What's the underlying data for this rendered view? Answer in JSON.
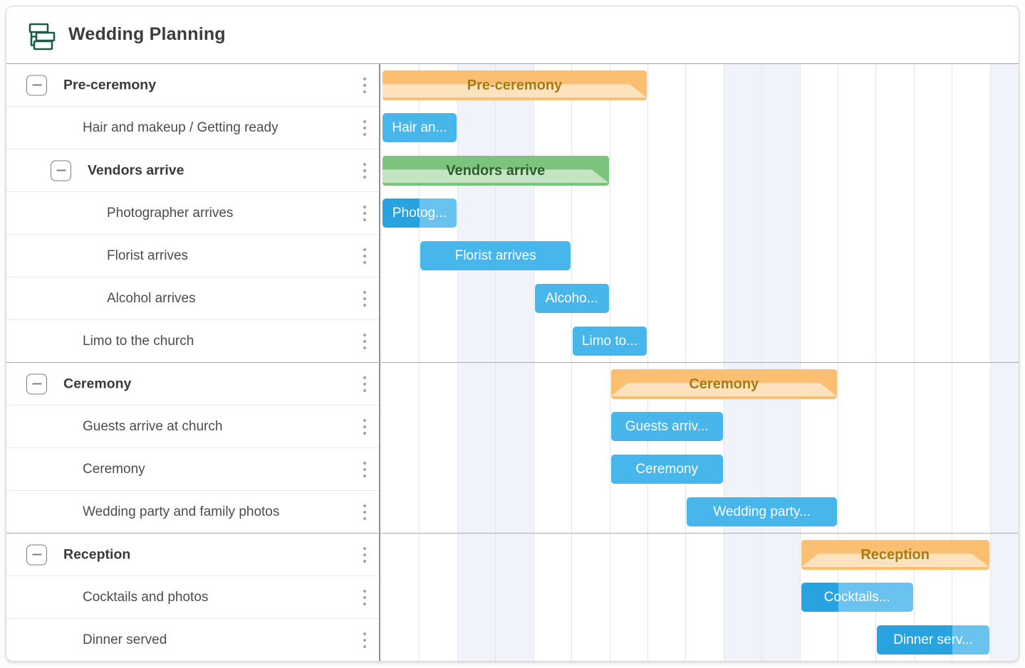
{
  "header": {
    "title": "Wedding Planning",
    "logo_icon": "wbs-chart-icon"
  },
  "colors": {
    "summary_orange": "#fabf70",
    "summary_orange_text": "#a87a12",
    "summary_green": "#7cc47d",
    "summary_green_text": "#2c5e2e",
    "task_blue": "#47b6ea",
    "task_blue_remaining": "#69c3ee",
    "task_blue_progress": "#28a3e0",
    "bar_label_text": "#ffffff",
    "weekend_shade": "#f0f4fa",
    "gridline": "#e4e5e9",
    "logo_green": "#1d5b46"
  },
  "grid": {
    "columns": 17,
    "shaded_columns": [
      2,
      3,
      9,
      10,
      16
    ]
  },
  "icons": {
    "row_handle": "drag-handle-dots-icon",
    "collapse": "minus-square-icon"
  },
  "tasks": [
    {
      "label": "Pre-ceremony",
      "level": 0,
      "collapsible": true,
      "type": "summary",
      "scheme": "orange",
      "bar_label": "Pre-ceremony",
      "start": 0,
      "span": 7,
      "flush_left": true
    },
    {
      "label": "Hair and makeup / Getting ready",
      "level": 1,
      "type": "task",
      "bar_label": "Hair an...",
      "start": 0,
      "span": 2
    },
    {
      "label": "Vendors arrive",
      "level": 1,
      "collapsible": true,
      "type": "summary",
      "scheme": "green",
      "bar_label": "Vendors arrive",
      "start": 0,
      "span": 6,
      "flush_left": true
    },
    {
      "label": "Photographer arrives",
      "level": 2,
      "type": "task",
      "bar_label": "Photog...",
      "start": 0,
      "span": 2,
      "progress": 0.5
    },
    {
      "label": "Florist arrives",
      "level": 2,
      "type": "task",
      "bar_label": "Florist arrives",
      "start": 1,
      "span": 4
    },
    {
      "label": "Alcohol arrives",
      "level": 2,
      "type": "task",
      "bar_label": "Alcoho...",
      "start": 4,
      "span": 2
    },
    {
      "label": "Limo to the church",
      "level": 1,
      "type": "task",
      "bar_label": "Limo to...",
      "start": 5,
      "span": 2,
      "group_end": true
    },
    {
      "label": "Ceremony",
      "level": 0,
      "collapsible": true,
      "type": "summary",
      "scheme": "orange",
      "bar_label": "Ceremony",
      "start": 6,
      "span": 6
    },
    {
      "label": "Guests arrive at church",
      "level": 1,
      "type": "task",
      "bar_label": "Guests arriv...",
      "start": 6,
      "span": 3
    },
    {
      "label": "Ceremony",
      "level": 1,
      "type": "task",
      "bar_label": "Ceremony",
      "start": 6,
      "span": 3
    },
    {
      "label": "Wedding party and family photos",
      "level": 1,
      "type": "task",
      "bar_label": "Wedding party...",
      "start": 8,
      "span": 4,
      "group_end": true
    },
    {
      "label": "Reception",
      "level": 0,
      "collapsible": true,
      "type": "summary",
      "scheme": "orange",
      "bar_label": "Reception",
      "start": 11,
      "span": 5
    },
    {
      "label": "Cocktails and photos",
      "level": 1,
      "type": "task",
      "bar_label": "Cocktails...",
      "start": 11,
      "span": 3,
      "progress": 0.33
    },
    {
      "label": "Dinner served",
      "level": 1,
      "type": "task",
      "bar_label": "Dinner serv...",
      "start": 13,
      "span": 3,
      "progress": 0.67
    }
  ]
}
